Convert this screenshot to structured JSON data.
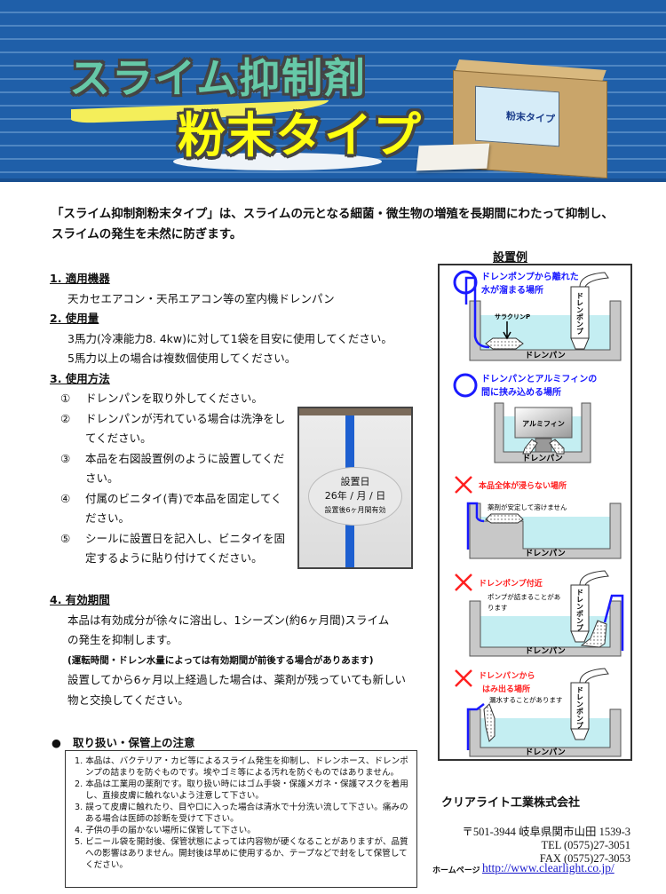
{
  "header": {
    "title_line1": "スライム抑制剤",
    "title_line2": "粉末タイプ",
    "product_label": "粉末タイプ"
  },
  "intro": {
    "line1": "「スライム抑制剤粉末タイプ」は、スライムの元となる細菌・微生物の増殖を長期間にわたって抑制し、",
    "line2": "スライムの発生を未然に防ぎます。"
  },
  "sections": {
    "s1": {
      "heading": "1. 適用機器",
      "body": "天カセエアコン・天吊エアコン等の室内機ドレンパン"
    },
    "s2": {
      "heading": "2. 使用量",
      "body1": "3馬力(冷凍能力8. 4kw)に対して1袋を目安に使用してください。",
      "body2": "5馬力以上の場合は複数個使用してください。"
    },
    "s3": {
      "heading": "3. 使用方法",
      "steps": [
        {
          "num": "①",
          "line1": "ドレンパンを取り外してください。"
        },
        {
          "num": "②",
          "line1": "ドレンパンが汚れている場合は洗浄をし",
          "line2": "てください。"
        },
        {
          "num": "③",
          "line1": "本品を右図設置例のように設置してくだ",
          "line2": "さい。"
        },
        {
          "num": "④",
          "line1": "付属のビニタイ(青)で本品を固定してく",
          "line2": "ださい。"
        },
        {
          "num": "⑤",
          "line1": "シールに設置日を記入し、ビニタイを固",
          "line2": "定するように貼り付けてください。"
        }
      ]
    },
    "s4": {
      "heading": "4. 有効期間",
      "line1": "本品は有効成分が徐々に溶出し、1シーズン(約6ヶ月間)スライム",
      "line2": "の発生を抑制します。",
      "note": "(運転時間・ドレン水量によっては有効期間が前後する場合がありあます)",
      "line3": "設置してから6ヶ月以上経過した場合は、薬剤が残っていても新しい",
      "line4": "物と交換してください。"
    }
  },
  "photo_seal": {
    "title": "設置日",
    "date": "26年 / 月 / 日",
    "note": "設置後6ヶ月間有効"
  },
  "diagram": {
    "title": "設置例",
    "drain_pan": "ドレンパン",
    "drain_pump": "ドレンポンプ",
    "p1": {
      "line1": "ドレンポンプから離れた",
      "line2": "水が溜まる場所",
      "product": "サラクリンP"
    },
    "p2": {
      "line1": "ドレンパンとアルミフィンの",
      "line2": "間に挟み込める場所",
      "fin": "アルミフィン"
    },
    "p3": {
      "line1": "本品全体が浸らない場所",
      "note": "薬剤が安定して溶けません"
    },
    "p4": {
      "line1": "ドレンポンプ付近",
      "note1": "ポンプが詰まることがあ",
      "note2": "ります"
    },
    "p5": {
      "line1": "ドレンパンから",
      "line2": "はみ出る場所",
      "note": "漏水することがあります"
    },
    "colors": {
      "ok": "#1a1aff",
      "ng": "#ff2020",
      "water": "#c4eef2",
      "pan": "#c8c8c8"
    }
  },
  "caution": {
    "heading": "取り扱い・保管上の注意",
    "items": [
      "1. 本品は、バクテリア・カビ等によるスライム発生を抑制し、ドレンホース、ドレンポンプの詰まりを防ぐものです。埃やゴミ等による汚れを防ぐものではありません。",
      "2. 本品は工業用の薬剤です。取り扱い時にはゴム手袋・保護メガネ・保護マスクを着用し、直接皮膚に触れないよう注意して下さい。",
      "3. 誤って皮膚に触れたり、目や口に入った場合は清水で十分洗い流して下さい。痛みのある場合は医師の診断を受けて下さい。",
      "4. 子供の手の届かない場所に保管して下さい。",
      "5. ビニール袋を開封後、保管状態によっては内容物が硬くなることがありますが、品質への影響はありません。開封後は早めに使用するか、テープなどで封をして保管してください。"
    ]
  },
  "company": {
    "name": "クリアライト工業株式会社",
    "address": "〒501-3944 岐阜県関市山田 1539-3",
    "tel": "TEL (0575)27-3051",
    "fax": "FAX (0575)27-3053",
    "homepage_label": "ホームページ",
    "url": "http://www.clearlight.co.jp/"
  }
}
